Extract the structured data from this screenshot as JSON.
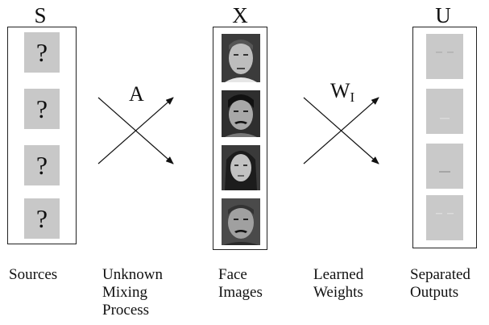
{
  "headers": {
    "sources": "S",
    "mixed": "X",
    "outputs": "U"
  },
  "operators": {
    "mixing": "A",
    "weights_main": "W",
    "weights_sub": "I"
  },
  "source_tiles": [
    "?",
    "?",
    "?",
    "?"
  ],
  "captions": {
    "sources": [
      "Sources"
    ],
    "mixing": [
      "Unknown",
      "Mixing",
      "Process"
    ],
    "faces": [
      "Face",
      "Images"
    ],
    "weights": [
      "Learned",
      "Weights"
    ],
    "outputs": [
      "Separated",
      "Outputs"
    ]
  },
  "colors": {
    "tile_gray": "#c8c8c8",
    "output_gray": "#c9c9c9",
    "ink": "#111111"
  }
}
